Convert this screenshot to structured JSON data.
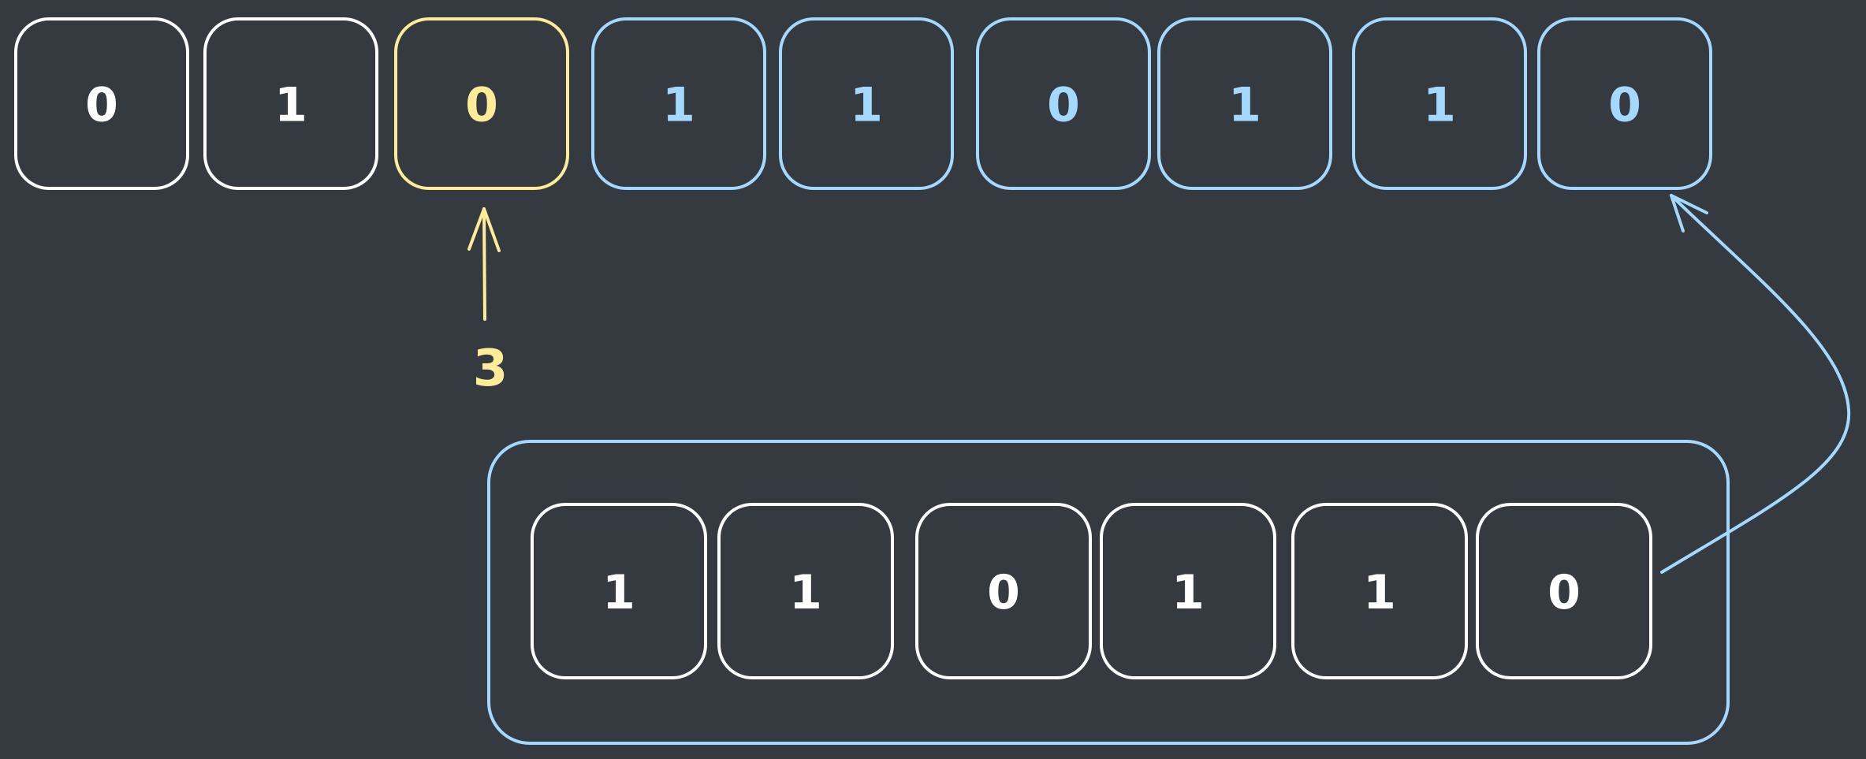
{
  "colors": {
    "background": "#343a40",
    "default": "#ffffff",
    "highlight": "#ffec99",
    "related": "#a5d8ff"
  },
  "top_row": {
    "cells": [
      {
        "value": "0",
        "state": "default"
      },
      {
        "value": "1",
        "state": "default"
      },
      {
        "value": "0",
        "state": "highlight"
      },
      {
        "value": "1",
        "state": "related"
      },
      {
        "value": "1",
        "state": "related"
      },
      {
        "value": "0",
        "state": "related"
      },
      {
        "value": "1",
        "state": "related"
      },
      {
        "value": "1",
        "state": "related"
      },
      {
        "value": "0",
        "state": "related"
      }
    ]
  },
  "pointer": {
    "label": "3",
    "target_index": 2
  },
  "bottom_group": {
    "cells": [
      "1",
      "1",
      "0",
      "1",
      "1",
      "0"
    ]
  }
}
